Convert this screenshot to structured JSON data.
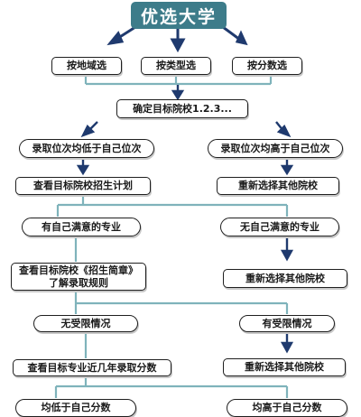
{
  "header": {
    "title": "优选大学"
  },
  "step1": {
    "by_region": "按地域选",
    "by_type": "按类型选",
    "by_score": "按分数选"
  },
  "step2": {
    "confirm_targets": "确定目标院校1.2.3..."
  },
  "step3": {
    "left": "录取位次均低于自己位次",
    "right": "录取位次均高于自己位次"
  },
  "step4": {
    "left": "查看目标院校招生计划",
    "right": "重新选择其他院校"
  },
  "step5": {
    "left": "有自己满意的专业",
    "right": "无自己满意的专业"
  },
  "step6": {
    "left_line1": "查看目标院校《招生简章》",
    "left_line2": "了解录取规则",
    "right": "重新选择其他院校"
  },
  "step7": {
    "left": "无受限情况",
    "right": "有受限情况"
  },
  "step8": {
    "left": "查看目标专业近几年录取分数",
    "right": "重新选择其他院校"
  },
  "step9": {
    "left": "均低于自己分数",
    "right": "均高于自己分数"
  },
  "colors": {
    "connector": "#7fb3bb",
    "arrow": "#1f3a6e",
    "title_bg": "#3d7c8a",
    "border": "#1f1f1f"
  }
}
